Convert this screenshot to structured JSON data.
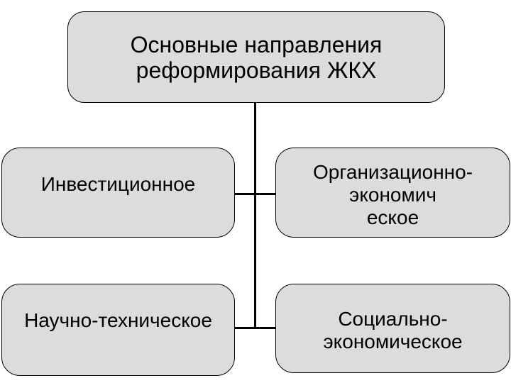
{
  "diagram": {
    "nodes": {
      "root": {
        "label": "Основные направления\nреформирования ЖКХ"
      },
      "investment": {
        "label": "Инвестиционное"
      },
      "org_economic": {
        "label": "Организационно-экономич\nеское"
      },
      "sci_technical": {
        "label": "Научно-техническое"
      },
      "social_economic": {
        "label": "Социально-экономическое"
      }
    },
    "colors": {
      "background": "#ffffff",
      "node_fill": "#dcdcdc",
      "node_border": "#000000",
      "connector": "#000000",
      "text": "#000000"
    }
  }
}
